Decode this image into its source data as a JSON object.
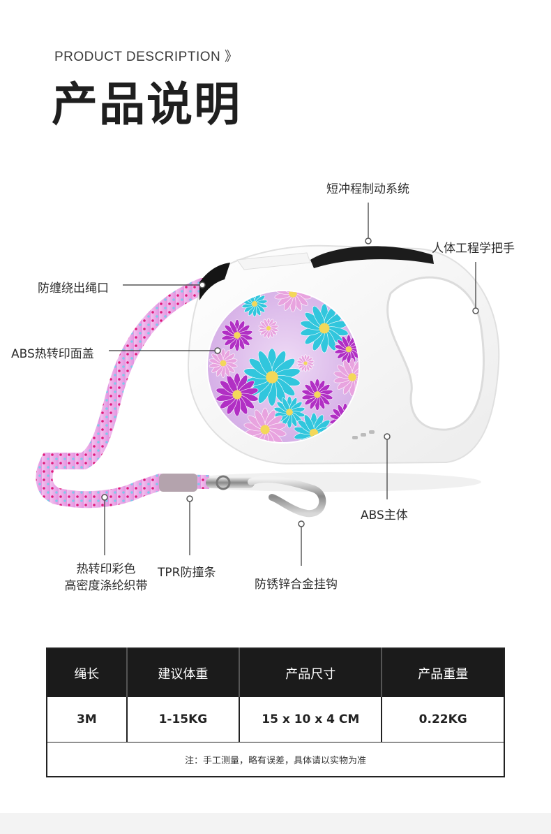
{
  "header": {
    "subtitle": "PRODUCT DESCRIPTION 》",
    "title": "产品说明"
  },
  "callouts": {
    "brake": "短冲程制动系统",
    "handle": "人体工程学把手",
    "outlet": "防缠绕出绳口",
    "cover": "ABS热转印面盖",
    "body": "ABS主体",
    "webbing_line1": "热转印彩色",
    "webbing_line2": "高密度涤纶织带",
    "tpr": "TPR防撞条",
    "hook": "防锈锌合金挂钩"
  },
  "table": {
    "headers": [
      "绳长",
      "建议体重",
      "产品尺寸",
      "产品重量"
    ],
    "row": [
      "3M",
      "1-15KG",
      "15 x 10 x 4 CM",
      "0.22KG"
    ],
    "note": "注：手工测量，略有误差，具体请以实物为准"
  },
  "colors": {
    "shell": "#ffffff",
    "shell_shadow": "#d9d9d9",
    "strap_pink": "#e9a2e6",
    "strap_dot_magenta": "#e0197a",
    "strap_dot_blue": "#7fc9ea",
    "petal_cyan": "#31c6dd",
    "petal_magenta": "#b12fc4",
    "petal_pink": "#e8a3df",
    "cover_bg": "#d8b4e8",
    "table_header": "#1b1b1b"
  }
}
